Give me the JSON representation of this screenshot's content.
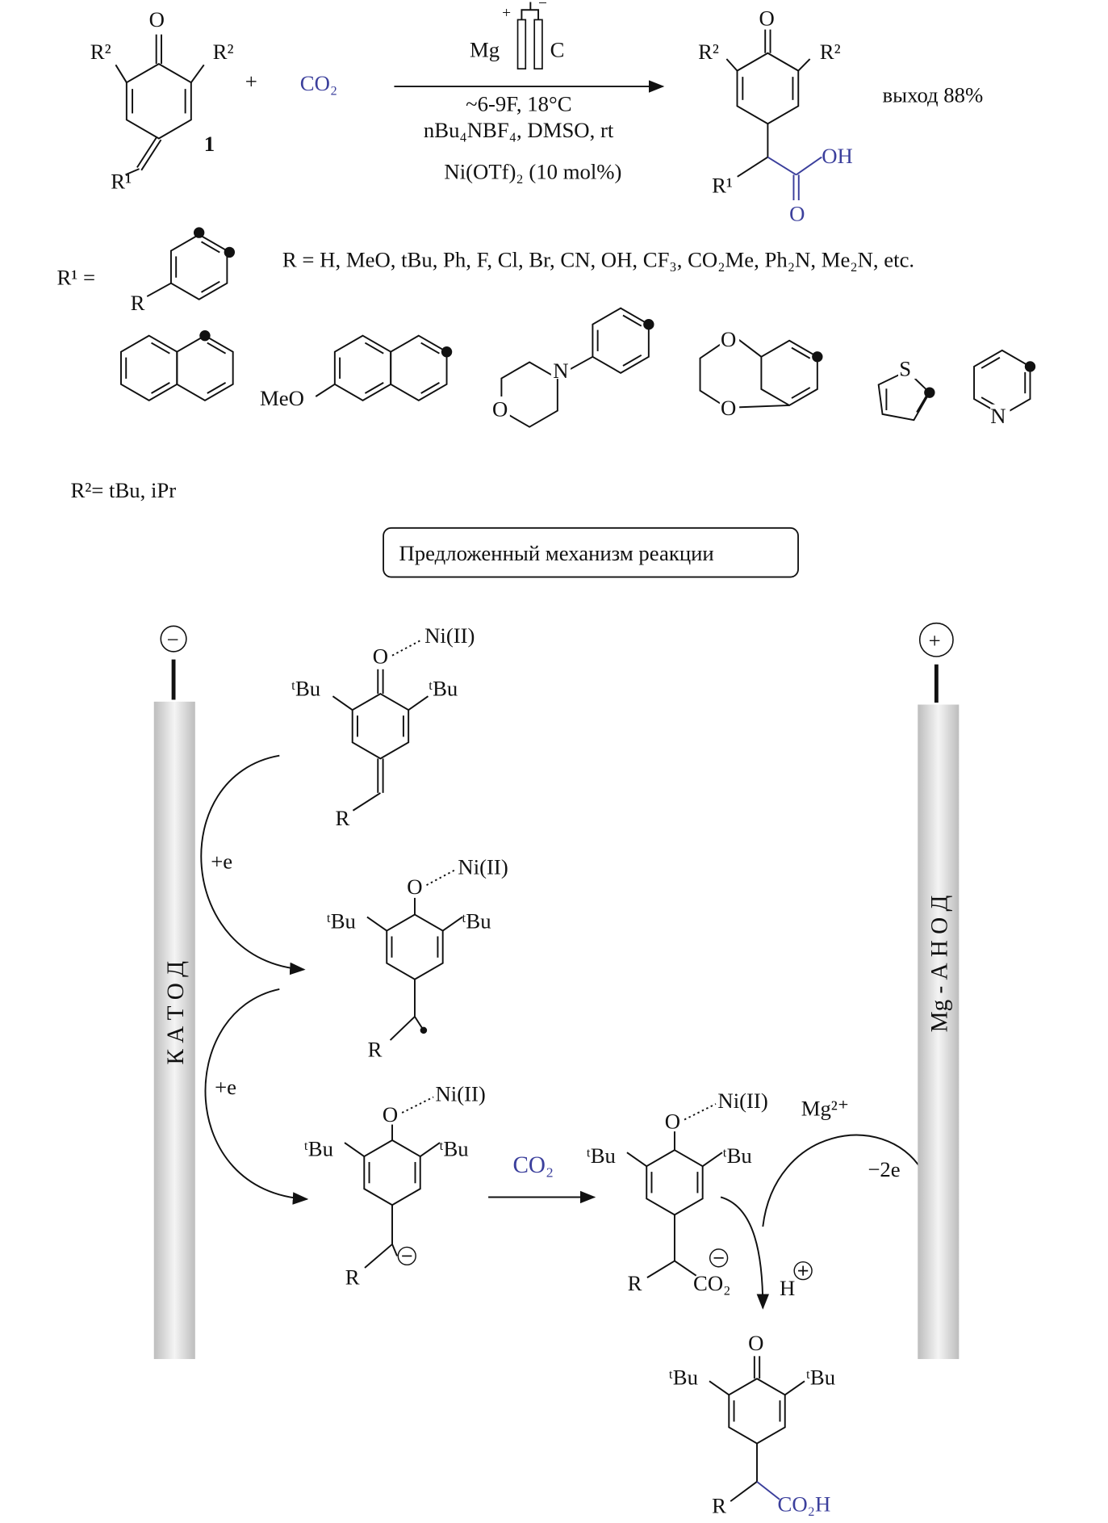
{
  "reaction": {
    "reactant_R2_left": "R²",
    "reactant_R2_right": "R²",
    "reactant_O": "O",
    "reactant_R1": "R¹",
    "compound_number": "1",
    "plus": "+",
    "co2": "CO₂",
    "electrode_anode": "Mg",
    "electrode_cathode": "C",
    "electrode_plus": "+",
    "electrode_minus": "−",
    "condition_1": "~6-9F, 18°C",
    "condition_2": "nBu₄NBF₄, DMSO, rt",
    "condition_3": "Ni(OTf)₂ (10 mol%)",
    "product_O": "O",
    "product_R2_left": "R²",
    "product_R2_right": "R²",
    "product_R1": "R¹",
    "product_OH": "OH",
    "product_carbonyl_O": "O",
    "yield": "выход 88%"
  },
  "scope": {
    "r1_label": "R¹ =",
    "r_label": "R",
    "r_list": "R = H, MeO,  tBu, Ph, F, Cl, Br, CN, OH, CF₃, CO₂Me, Ph₂N, Me₂N, etc.",
    "meo": "MeO",
    "morpholine_N": "N",
    "morpholine_O": "O",
    "dioxane_O1": "O",
    "dioxane_O2": "O",
    "thiophene_S": "S",
    "pyridine_N": "N",
    "r2_list": "R²= tBu, iPr"
  },
  "mechanism": {
    "title": "Предложенный механизм реакции",
    "cathode_sign": "−",
    "anode_sign": "+",
    "cathode_label": "К А Т О Д",
    "anode_label": "Mg - А Н О Д",
    "ni": "Ni(II)",
    "O": "O",
    "tBu": "ᵗBu",
    "R": "R",
    "plus_e": "+e",
    "co2": "CO₂",
    "co2_anion": "CO₂",
    "mg2": "Mg²⁺",
    "minus_2e": "−2e",
    "H": "H",
    "co2h": "CO₂H"
  }
}
